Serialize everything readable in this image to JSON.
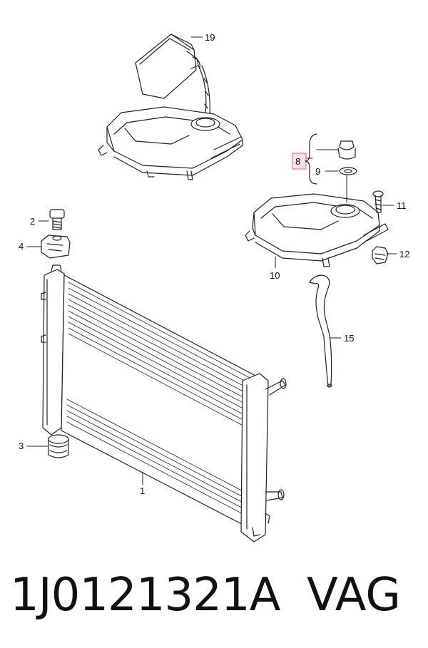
{
  "callouts": {
    "c1": "1",
    "c2": "2",
    "c3": "3",
    "c4": "4",
    "c8": "8",
    "c9": "9",
    "c10": "10",
    "c11": "11",
    "c12": "12",
    "c15": "15",
    "c19": "19"
  },
  "footer": {
    "part_number": "1J0121321A",
    "brand": "VAG"
  },
  "colors": {
    "line": "#222222",
    "highlight_fill": "#fbe3e6",
    "highlight_stroke": "#d9666f"
  }
}
